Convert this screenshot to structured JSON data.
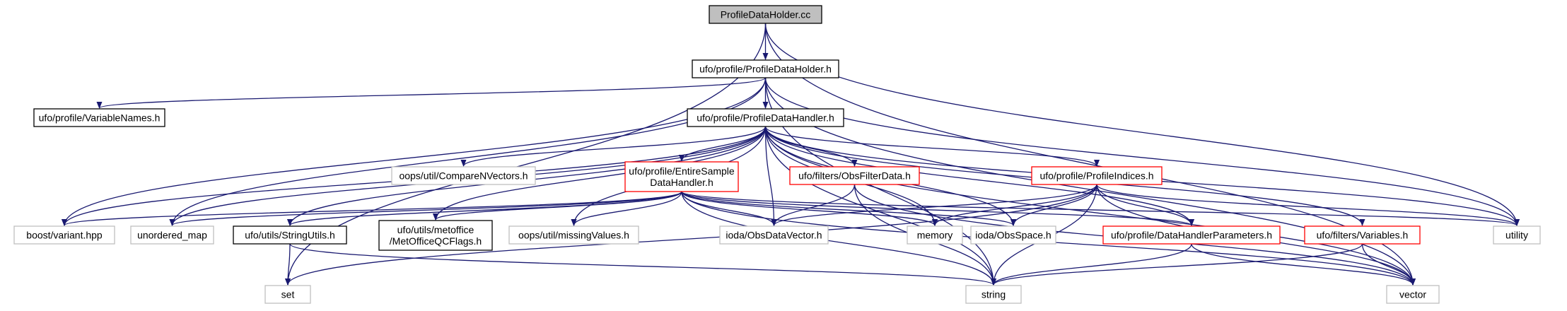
{
  "colors": {
    "edge": "#191970",
    "edge_arrow": "#191970",
    "node_border_black": "#000000",
    "node_border_red": "#ff0000",
    "node_border_gray": "#bfbfbf",
    "root_fill": "#bfbfbf",
    "text_dark": "#000000",
    "text_gray": "#808080"
  },
  "nodes": [
    {
      "id": "n_root",
      "label": [
        "ProfileDataHolder.cc"
      ],
      "style": "root"
    },
    {
      "id": "n_holder_h",
      "label": [
        "ufo/profile/ProfileDataHolder.h"
      ],
      "style": "black"
    },
    {
      "id": "n_varnames",
      "label": [
        "ufo/profile/VariableNames.h"
      ],
      "style": "black"
    },
    {
      "id": "n_handler_h",
      "label": [
        "ufo/profile/ProfileDataHandler.h"
      ],
      "style": "black"
    },
    {
      "id": "n_compare",
      "label": [
        "oops/util/CompareNVectors.h"
      ],
      "style": "gray"
    },
    {
      "id": "n_entire",
      "label": [
        "ufo/profile/EntireSample",
        "DataHandler.h"
      ],
      "style": "red"
    },
    {
      "id": "n_obsfilter",
      "label": [
        "ufo/filters/ObsFilterData.h"
      ],
      "style": "red"
    },
    {
      "id": "n_profidx",
      "label": [
        "ufo/profile/ProfileIndices.h"
      ],
      "style": "red"
    },
    {
      "id": "n_boost",
      "label": [
        "boost/variant.hpp"
      ],
      "style": "gray"
    },
    {
      "id": "n_umap",
      "label": [
        "unordered_map"
      ],
      "style": "gray"
    },
    {
      "id": "n_strutils",
      "label": [
        "ufo/utils/StringUtils.h"
      ],
      "style": "black"
    },
    {
      "id": "n_metoffice",
      "label": [
        "ufo/utils/metoffice",
        "/MetOfficeQCFlags.h"
      ],
      "style": "black"
    },
    {
      "id": "n_missing",
      "label": [
        "oops/util/missingValues.h"
      ],
      "style": "gray"
    },
    {
      "id": "n_obsdatavec",
      "label": [
        "ioda/ObsDataVector.h"
      ],
      "style": "gray"
    },
    {
      "id": "n_memory",
      "label": [
        "memory"
      ],
      "style": "gray"
    },
    {
      "id": "n_obsspace",
      "label": [
        "ioda/ObsSpace.h"
      ],
      "style": "gray"
    },
    {
      "id": "n_dhparams",
      "label": [
        "ufo/profile/DataHandlerParameters.h"
      ],
      "style": "red"
    },
    {
      "id": "n_variables",
      "label": [
        "ufo/filters/Variables.h"
      ],
      "style": "red"
    },
    {
      "id": "n_utility",
      "label": [
        "utility"
      ],
      "style": "gray"
    },
    {
      "id": "n_set",
      "label": [
        "set"
      ],
      "style": "gray"
    },
    {
      "id": "n_string",
      "label": [
        "string"
      ],
      "style": "gray"
    },
    {
      "id": "n_vector",
      "label": [
        "vector"
      ],
      "style": "gray"
    }
  ],
  "edges": [
    [
      "n_root",
      "n_holder_h"
    ],
    [
      "n_root",
      "n_set"
    ],
    [
      "n_root",
      "n_utility"
    ],
    [
      "n_root",
      "n_vector"
    ],
    [
      "n_holder_h",
      "n_varnames"
    ],
    [
      "n_holder_h",
      "n_handler_h"
    ],
    [
      "n_holder_h",
      "n_boost"
    ],
    [
      "n_holder_h",
      "n_umap"
    ],
    [
      "n_holder_h",
      "n_utility"
    ],
    [
      "n_holder_h",
      "n_string"
    ],
    [
      "n_holder_h",
      "n_vector"
    ],
    [
      "n_handler_h",
      "n_compare"
    ],
    [
      "n_handler_h",
      "n_entire"
    ],
    [
      "n_handler_h",
      "n_obsfilter"
    ],
    [
      "n_handler_h",
      "n_profidx"
    ],
    [
      "n_handler_h",
      "n_boost"
    ],
    [
      "n_handler_h",
      "n_umap"
    ],
    [
      "n_handler_h",
      "n_strutils"
    ],
    [
      "n_handler_h",
      "n_metoffice"
    ],
    [
      "n_handler_h",
      "n_missing"
    ],
    [
      "n_handler_h",
      "n_obsdatavec"
    ],
    [
      "n_handler_h",
      "n_memory"
    ],
    [
      "n_handler_h",
      "n_obsspace"
    ],
    [
      "n_handler_h",
      "n_dhparams"
    ],
    [
      "n_handler_h",
      "n_variables"
    ],
    [
      "n_handler_h",
      "n_utility"
    ],
    [
      "n_handler_h",
      "n_string"
    ],
    [
      "n_handler_h",
      "n_vector"
    ],
    [
      "n_entire",
      "n_boost"
    ],
    [
      "n_entire",
      "n_umap"
    ],
    [
      "n_entire",
      "n_strutils"
    ],
    [
      "n_entire",
      "n_metoffice"
    ],
    [
      "n_entire",
      "n_missing"
    ],
    [
      "n_entire",
      "n_obsdatavec"
    ],
    [
      "n_entire",
      "n_memory"
    ],
    [
      "n_entire",
      "n_obsspace"
    ],
    [
      "n_entire",
      "n_dhparams"
    ],
    [
      "n_entire",
      "n_utility"
    ],
    [
      "n_entire",
      "n_string"
    ],
    [
      "n_entire",
      "n_vector"
    ],
    [
      "n_obsfilter",
      "n_obsdatavec"
    ],
    [
      "n_obsfilter",
      "n_string"
    ],
    [
      "n_obsfilter",
      "n_vector"
    ],
    [
      "n_profidx",
      "n_obsdatavec"
    ],
    [
      "n_profidx",
      "n_memory"
    ],
    [
      "n_profidx",
      "n_obsspace"
    ],
    [
      "n_profidx",
      "n_dhparams"
    ],
    [
      "n_profidx",
      "n_utility"
    ],
    [
      "n_profidx",
      "n_set"
    ],
    [
      "n_profidx",
      "n_string"
    ],
    [
      "n_profidx",
      "n_vector"
    ],
    [
      "n_strutils",
      "n_set"
    ],
    [
      "n_strutils",
      "n_string"
    ],
    [
      "n_dhparams",
      "n_string"
    ],
    [
      "n_dhparams",
      "n_vector"
    ],
    [
      "n_variables",
      "n_string"
    ],
    [
      "n_variables",
      "n_vector"
    ]
  ]
}
